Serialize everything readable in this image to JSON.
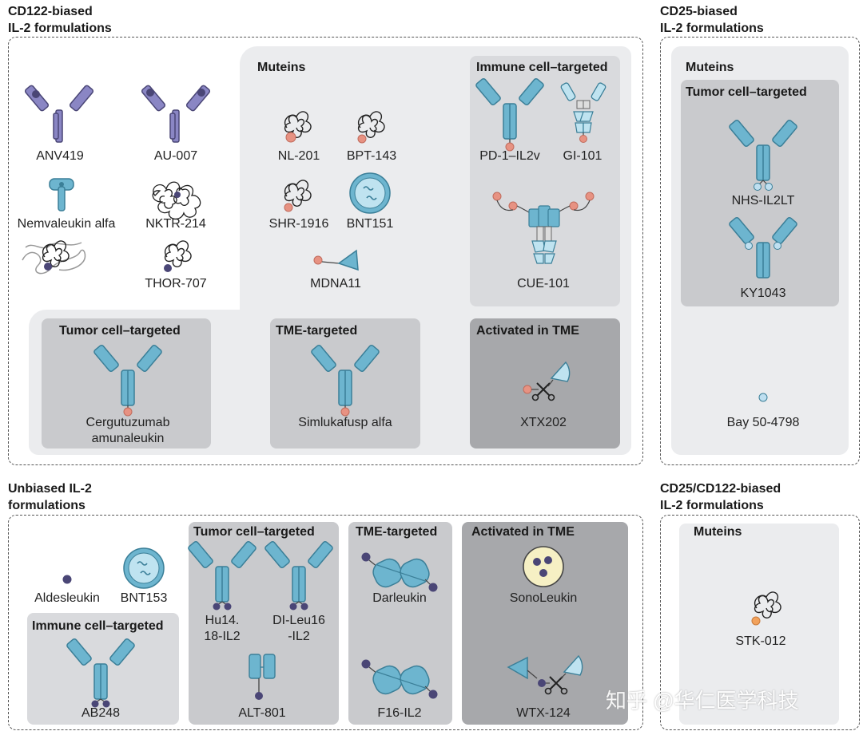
{
  "sections": {
    "cd122": {
      "title_line1": "CD122-biased",
      "title_line2": "IL-2 formulations"
    },
    "cd25": {
      "title_line1": "CD25-biased",
      "title_line2": "IL-2 formulations"
    },
    "unbiased": {
      "title_line1": "Unbiased IL-2",
      "title_line2": "formulations"
    },
    "cd25cd122": {
      "title_line1": "CD25/CD122-biased",
      "title_line2": "IL-2 formulations"
    }
  },
  "panels": {
    "cd122_muteins": "Muteins",
    "cd122_immune": "Immune cell–targeted",
    "cd122_tumor": "Tumor cell–targeted",
    "cd122_tme": "TME-targeted",
    "cd122_activated": "Activated in TME",
    "cd25_muteins": "Muteins",
    "cd25_tumor": "Tumor cell–targeted",
    "unb_tumor": "Tumor cell–targeted",
    "unb_tme": "TME-targeted",
    "unb_activated": "Activated in TME",
    "unb_immune": "Immune cell–targeted",
    "both_muteins": "Muteins"
  },
  "labels": {
    "anv419": "ANV419",
    "au007": "AU-007",
    "nemvaleukin": "Nemvaleukin alfa",
    "nktr214": "NKTR-214",
    "thor707": "THOR-707",
    "nl201": "NL-201",
    "bpt143": "BPT-143",
    "shr1916": "SHR-1916",
    "bnt151": "BNT151",
    "mdna11": "MDNA11",
    "pd1il2v": "PD-1–IL2v",
    "gi101": "GI-101",
    "cue101": "CUE-101",
    "cergu1": "Cergutuzumab",
    "cergu2": "amunaleukin",
    "simluk": "Simlukafusp alfa",
    "xtx202": "XTX202",
    "nhs": "NHS-IL2LT",
    "ky1043": "KY1043",
    "bay": "Bay 50-4798",
    "aldesleukin": "Aldesleukin",
    "bnt153": "BNT153",
    "ab248": "AB248",
    "hu14a": "Hu14.",
    "hu14b": "18-IL2",
    "dileu_a": "DI-Leu16",
    "dileu_b": "-IL2",
    "alt801": "ALT-801",
    "darleukin": "Darleukin",
    "f16": "F16-IL2",
    "sonoleukin": "SonoLeukin",
    "wtx124": "WTX-124",
    "stk012": "STK-012"
  },
  "watermark": "知乎 @华仁医学科技",
  "colors": {
    "purple": "#8a86c4",
    "purple_dark": "#4a4676",
    "blue": "#6db5cf",
    "blue_dark": "#3b7f98",
    "salmon": "#e79282",
    "navy_dot": "#4a4676",
    "light_blue_dot": "#bfdff0",
    "orange_dot": "#f2a25c"
  },
  "icons": {
    "antibody_purple": "antibody-icon",
    "antibody_blue": "antibody-icon",
    "protein": "protein-coil-icon",
    "particle": "nanoparticle-icon",
    "scissors": "scissors-icon"
  }
}
